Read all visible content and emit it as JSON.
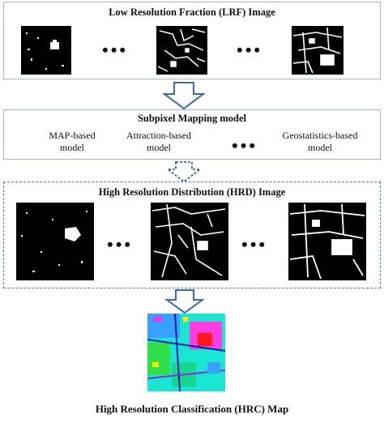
{
  "lrf": {
    "title": "Low Resolution Fraction (LRF) Image",
    "ellipsis_1": "•••",
    "ellipsis_2": "•••"
  },
  "mapping": {
    "title": "Subpixel Mapping model",
    "models": [
      {
        "line1": "MAP-based",
        "line2": "model"
      },
      {
        "line1": "Attraction-based",
        "line2": "model"
      },
      {
        "line1": "Geostatistics-based",
        "line2": "model"
      }
    ],
    "ellipsis": "•••"
  },
  "hrd": {
    "title": "High Resolution Distribution (HRD) Image",
    "ellipsis_1": "•••",
    "ellipsis_2": "•••"
  },
  "hrc": {
    "title": "High Resolution Classification (HRC) Map"
  },
  "colors": {
    "arrow_stroke": "#3a6aa8",
    "box_border": "#9fb4cf",
    "dashed_border": "#4d78b0"
  }
}
